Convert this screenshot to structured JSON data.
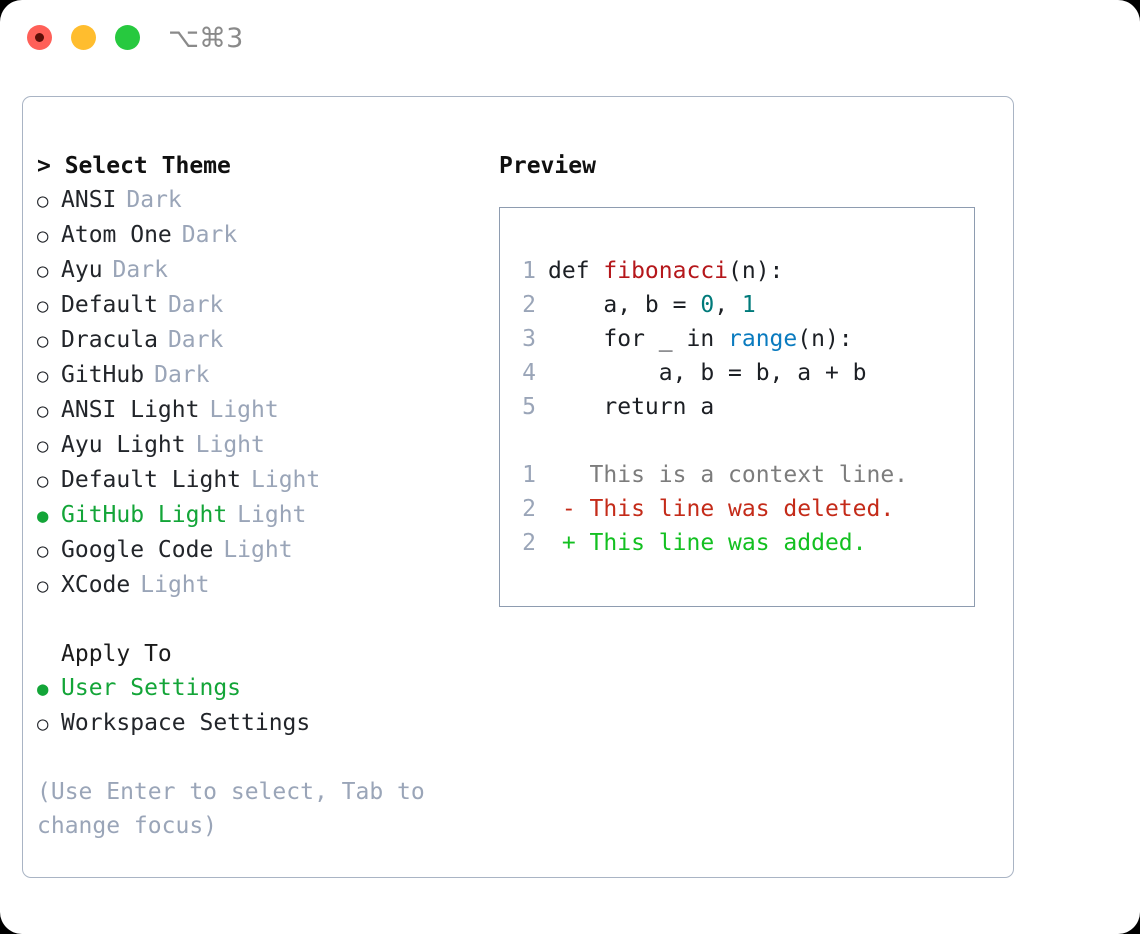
{
  "titlebar": {
    "shortcut": "⌥⌘3",
    "buttons": [
      {
        "name": "close",
        "color": "#ff6058"
      },
      {
        "name": "minimize",
        "color": "#ffbd2e"
      },
      {
        "name": "maximize",
        "color": "#27c93f"
      }
    ]
  },
  "theme_section": {
    "heading": "> Select Theme",
    "items": [
      {
        "bullet": "○",
        "label": "ANSI",
        "tag": "Dark",
        "selected": false
      },
      {
        "bullet": "○",
        "label": "Atom One",
        "tag": "Dark",
        "selected": false
      },
      {
        "bullet": "○",
        "label": "Ayu",
        "tag": "Dark",
        "selected": false
      },
      {
        "bullet": "○",
        "label": "Default",
        "tag": "Dark",
        "selected": false
      },
      {
        "bullet": "○",
        "label": "Dracula",
        "tag": "Dark",
        "selected": false
      },
      {
        "bullet": "○",
        "label": "GitHub",
        "tag": "Dark",
        "selected": false
      },
      {
        "bullet": "○",
        "label": "ANSI Light",
        "tag": "Light",
        "selected": false
      },
      {
        "bullet": "○",
        "label": "Ayu Light",
        "tag": "Light",
        "selected": false
      },
      {
        "bullet": "○",
        "label": "Default Light",
        "tag": "Light",
        "selected": false
      },
      {
        "bullet": "●",
        "label": "GitHub Light",
        "tag": "Light",
        "selected": true
      },
      {
        "bullet": "○",
        "label": "Google Code",
        "tag": "Light",
        "selected": false
      },
      {
        "bullet": "○",
        "label": "XCode",
        "tag": "Light",
        "selected": false
      }
    ]
  },
  "apply_to_section": {
    "heading": "Apply To",
    "items": [
      {
        "bullet": "●",
        "label": "User Settings",
        "selected": true
      },
      {
        "bullet": "○",
        "label": "Workspace Settings",
        "selected": false
      }
    ]
  },
  "hint": "(Use Enter to select, Tab to change focus)",
  "preview": {
    "heading": "Preview",
    "code_lines": [
      {
        "no": "1",
        "segments": [
          {
            "text": "def ",
            "style": "plain"
          },
          {
            "text": "fibonacci",
            "style": "fn"
          },
          {
            "text": "(n):",
            "style": "plain"
          }
        ]
      },
      {
        "no": "2",
        "segments": [
          {
            "text": "    a, b = ",
            "style": "plain"
          },
          {
            "text": "0",
            "style": "num"
          },
          {
            "text": ", ",
            "style": "plain"
          },
          {
            "text": "1",
            "style": "num"
          }
        ]
      },
      {
        "no": "3",
        "segments": [
          {
            "text": "    for _ in ",
            "style": "plain"
          },
          {
            "text": "range",
            "style": "call"
          },
          {
            "text": "(n):",
            "style": "plain"
          }
        ]
      },
      {
        "no": "4",
        "segments": [
          {
            "text": "        a, b = b, a + b",
            "style": "plain"
          }
        ]
      },
      {
        "no": "5",
        "segments": [
          {
            "text": "    return a",
            "style": "plain"
          }
        ]
      }
    ],
    "diff_lines": [
      {
        "no": "1",
        "marker": " ",
        "text": "This is a context line.",
        "kind": "context"
      },
      {
        "no": "2",
        "marker": "-",
        "text": "This line was deleted.",
        "kind": "deleted"
      },
      {
        "no": "2",
        "marker": "+",
        "text": "This line was added.",
        "kind": "added"
      }
    ]
  },
  "colors": {
    "accent_green": "#13a538",
    "diff_add": "#13c021",
    "diff_del": "#c42b19",
    "muted": "#9aa5b8",
    "fn": "#b5171b",
    "num": "#007a7a",
    "call": "#0a7bbf"
  }
}
